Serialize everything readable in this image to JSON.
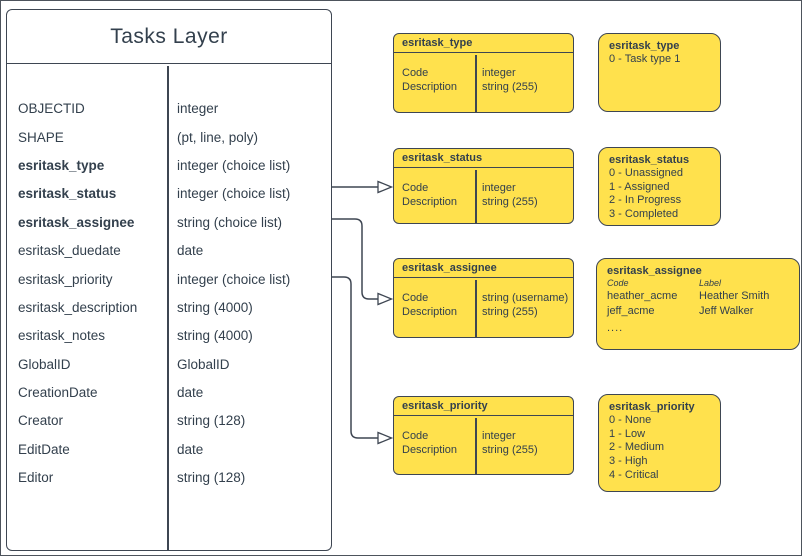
{
  "tasks_layer": {
    "title": "Tasks Layer",
    "fields": [
      {
        "name": "OBJECTID",
        "type": "integer"
      },
      {
        "name": "SHAPE",
        "type": "(pt, line, poly)"
      },
      {
        "name": "esritask_type",
        "type": "integer (choice list)"
      },
      {
        "name": "esritask_status",
        "type": "integer (choice list)"
      },
      {
        "name": "esritask_assignee",
        "type": "string (choice list)"
      },
      {
        "name": "esritask_duedate",
        "type": "date"
      },
      {
        "name": "esritask_priority",
        "type": "integer (choice list)"
      },
      {
        "name": "esritask_description",
        "type": "string (4000)"
      },
      {
        "name": "esritask_notes",
        "type": "string (4000)"
      },
      {
        "name": "GlobalID",
        "type": "GlobalID"
      },
      {
        "name": "CreationDate",
        "type": "date"
      },
      {
        "name": "Creator",
        "type": "string (128)"
      },
      {
        "name": "EditDate",
        "type": "date"
      },
      {
        "name": "Editor",
        "type": "string (128)"
      }
    ]
  },
  "domain_tables": [
    {
      "title": "esritask_type",
      "fields": [
        {
          "label": "Code",
          "type": "integer"
        },
        {
          "label": "Description",
          "type": "string (255)"
        }
      ]
    },
    {
      "title": "esritask_status",
      "fields": [
        {
          "label": "Code",
          "type": "integer"
        },
        {
          "label": "Description",
          "type": "string (255)"
        }
      ]
    },
    {
      "title": "esritask_assignee",
      "fields": [
        {
          "label": "Code",
          "type": "string (username)"
        },
        {
          "label": "Description",
          "type": "string (255)"
        }
      ]
    },
    {
      "title": "esritask_priority",
      "fields": [
        {
          "label": "Code",
          "type": "integer"
        },
        {
          "label": "Description",
          "type": "string (255)"
        }
      ]
    }
  ],
  "value_lists": [
    {
      "title": "esritask_type",
      "items": [
        "0 - Task type 1"
      ]
    },
    {
      "title": "esritask_status",
      "items": [
        "0 - Unassigned",
        "1 - Assigned",
        "2 - In Progress",
        "3 - Completed"
      ]
    },
    {
      "title": "esritask_assignee",
      "columns": [
        "Code",
        "Label"
      ],
      "pairs": [
        [
          "heather_acme",
          "Heather Smith"
        ],
        [
          "jeff_acme",
          "Jeff Walker"
        ]
      ],
      "more": "...."
    },
    {
      "title": "esritask_priority",
      "items": [
        "0 - None",
        "1 - Low",
        "2 - Medium",
        "3 - High",
        "4 - Critical"
      ]
    }
  ],
  "colors": {
    "yellow": "#FFE14D",
    "line": "#3E4652",
    "text": "#33404D"
  }
}
